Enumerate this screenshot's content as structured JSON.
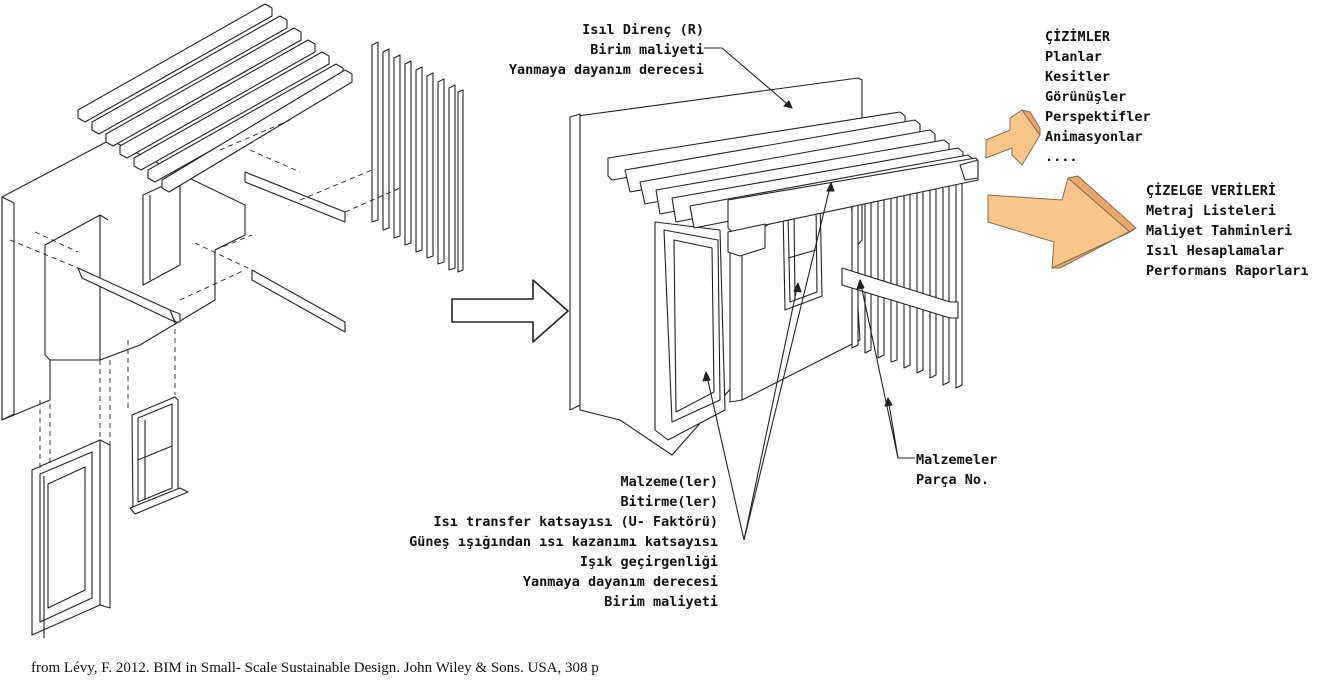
{
  "top_attributes": [
    "Isıl Direnç (R)",
    "Birim maliyeti",
    "Yanmaya dayanım derecesi"
  ],
  "window_door_attributes": [
    "Malzeme(ler)",
    "Bitirme(ler)",
    "Isı transfer katsayısı (U- Faktörü)",
    "Güneş ışığından ısı  kazanımı katsayısı",
    "Işık geçirgenliği",
    "Yanmaya dayanım derecesi",
    "Birim maliyeti"
  ],
  "slat_attributes": [
    "Malzemeler",
    "Parça No."
  ],
  "drawings": {
    "title": "ÇİZİMLER",
    "items": [
      "Planlar",
      "Kesitler",
      "Görünüşler",
      "Perspektifler",
      "Animasyonlar",
      "...."
    ]
  },
  "schedule": {
    "title": "ÇİZELGE VERİLERİ",
    "items": [
      "Metraj Listeleri",
      "Maliyet Tahminleri",
      "Isıl Hesaplamalar",
      "Performans Raporları"
    ]
  },
  "colors": {
    "output_arrow": "#f8c58c",
    "output_arrow_stroke": "#8a6a4a",
    "line": "#222222"
  },
  "caption": "from Lévy, F. 2012. BIM in Small- Scale Sustainable Design. John Wiley & Sons. USA, 308 p"
}
